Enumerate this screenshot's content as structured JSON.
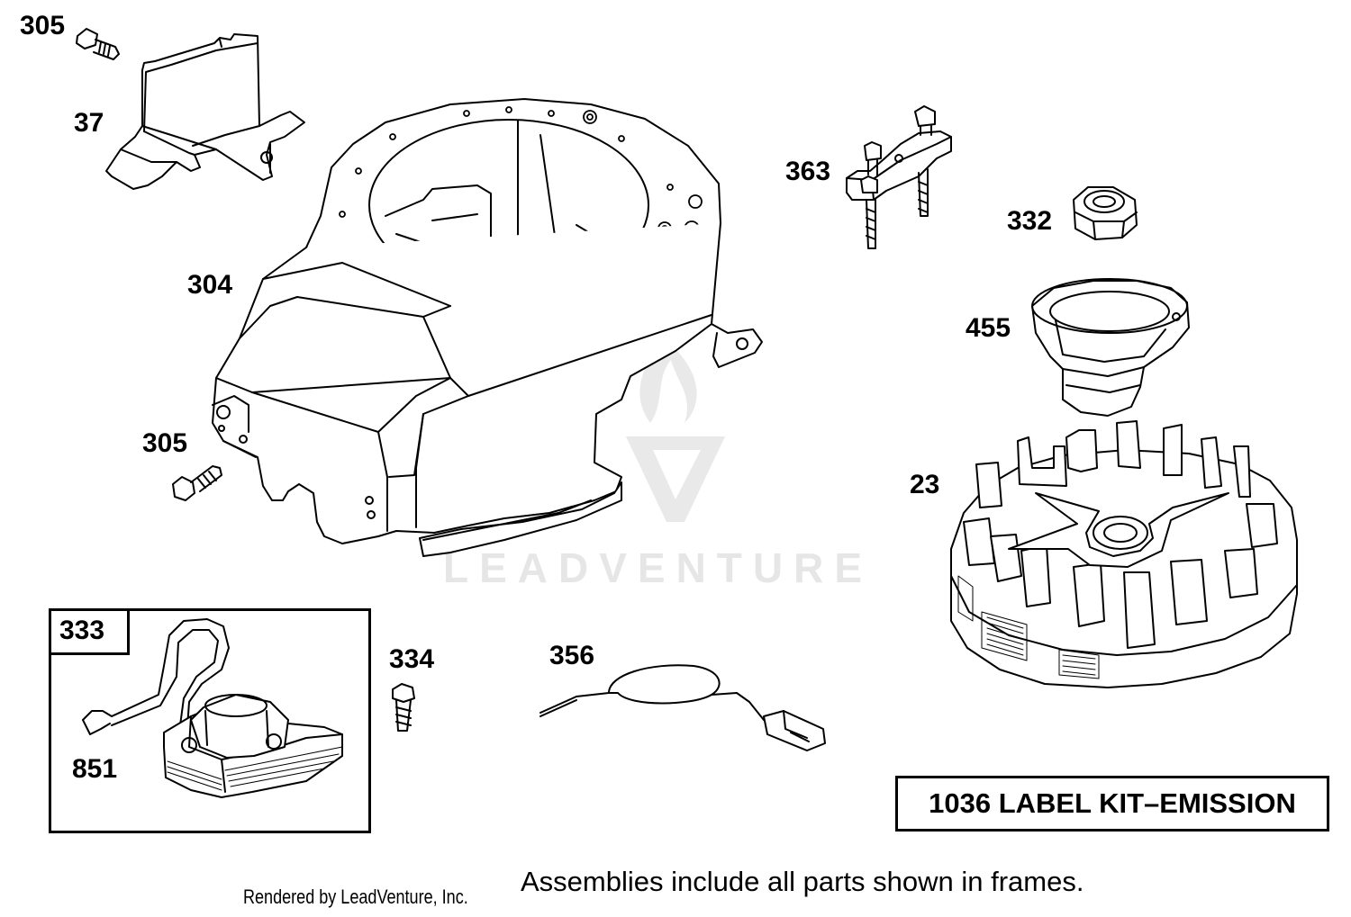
{
  "labels": {
    "p305_top": "305",
    "p37": "37",
    "p304": "304",
    "p305_mid": "305",
    "p363": "363",
    "p332": "332",
    "p455": "455",
    "p23": "23",
    "p333": "333",
    "p851": "851",
    "p334": "334",
    "p356": "356"
  },
  "kit_label": "1036 LABEL KIT–EMISSION",
  "footer_note": "Assemblies include all parts shown in frames.",
  "credit": "Rendered by LeadVenture, Inc.",
  "watermark": "LEADVENTURE",
  "colors": {
    "line": "#000000",
    "watermark": "#e6e6e6",
    "background": "#ffffff"
  }
}
